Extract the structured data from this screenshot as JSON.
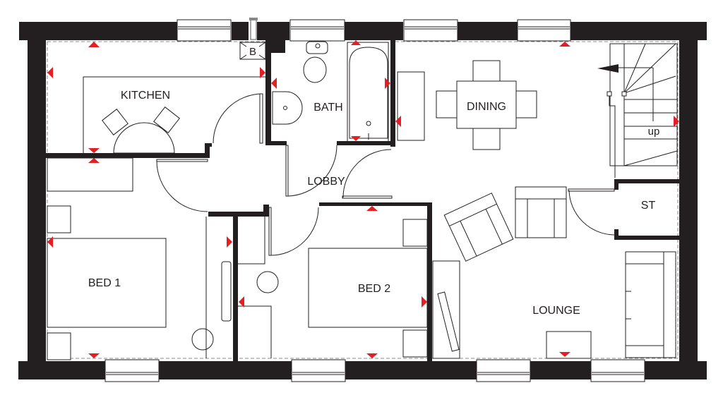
{
  "floorplan": {
    "rooms": {
      "kitchen": "KITCHEN",
      "bath": "BATH",
      "dining": "DINING",
      "lobby": "LOBBY",
      "bed1": "BED 1",
      "bed2": "BED 2",
      "lounge": "LOUNGE",
      "storage": "ST"
    },
    "stairs_label": "up",
    "boiler_label": "B",
    "colors": {
      "wall": "#231f20",
      "dimension_marker": "#e31e24",
      "background": "#ffffff"
    }
  }
}
